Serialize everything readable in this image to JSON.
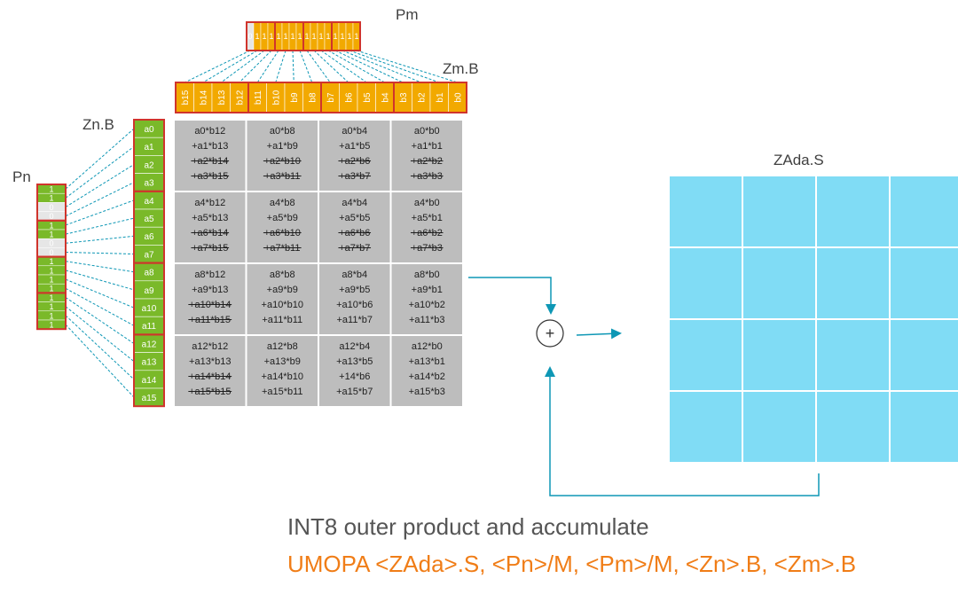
{
  "labels": {
    "pm": "Pm",
    "zm": "Zm.B",
    "zn": "Zn.B",
    "pn": "Pn",
    "zada": "ZAda.S",
    "plus": "+"
  },
  "caption": {
    "title": "INT8 outer product and accumulate",
    "instruction": "UMOPA <ZAda>.S, <Pn>/M, <Pm>/M, <Zn>.B, <Zm>.B"
  },
  "colors": {
    "orange": "#f2a900",
    "green": "#7ab929",
    "red_border": "#d0342c",
    "gray_cell": "#bdbdbd",
    "blue_cell": "#80dcf5",
    "teal_line": "#0e97b5",
    "instruction": "#f07d17"
  },
  "zm_regs": [
    "b15",
    "b14",
    "b13",
    "b12",
    "b11",
    "b10",
    "b9",
    "b8",
    "b7",
    "b6",
    "b5",
    "b4",
    "b3",
    "b2",
    "b1",
    "b0"
  ],
  "zn_regs": [
    "a0",
    "a1",
    "a2",
    "a3",
    "a4",
    "a5",
    "a6",
    "a7",
    "a8",
    "a9",
    "a10",
    "a11",
    "a12",
    "a13",
    "a14",
    "a15"
  ],
  "pm_bits": [
    "0",
    "1",
    "1",
    "1",
    "1",
    "1",
    "1",
    "1",
    "1",
    "1",
    "1",
    "1",
    "1",
    "1",
    "1",
    "1"
  ],
  "pn_bits": [
    "1",
    "1",
    "0",
    "0",
    "1",
    "1",
    "0",
    "0",
    "1",
    "1",
    "1",
    "1",
    "1",
    "1",
    "1",
    "1"
  ],
  "grid": [
    [
      [
        {
          "t": "a0*b12",
          "s": false
        },
        {
          "t": "+a1*b13",
          "s": false
        },
        {
          "t": "+a2*b14",
          "s": true
        },
        {
          "t": "+a3*b15",
          "s": true
        }
      ],
      [
        {
          "t": "a0*b8",
          "s": false
        },
        {
          "t": "+a1*b9",
          "s": false
        },
        {
          "t": "+a2*b10",
          "s": true
        },
        {
          "t": "+a3*b11",
          "s": true
        }
      ],
      [
        {
          "t": "a0*b4",
          "s": false
        },
        {
          "t": "+a1*b5",
          "s": false
        },
        {
          "t": "+a2*b6",
          "s": true
        },
        {
          "t": "+a3*b7",
          "s": true
        }
      ],
      [
        {
          "t": "a0*b0",
          "s": false
        },
        {
          "t": "+a1*b1",
          "s": false
        },
        {
          "t": "+a2*b2",
          "s": true
        },
        {
          "t": "+a3*b3",
          "s": true
        }
      ]
    ],
    [
      [
        {
          "t": "a4*b12",
          "s": false
        },
        {
          "t": "+a5*b13",
          "s": false
        },
        {
          "t": "+a6*b14",
          "s": true
        },
        {
          "t": "+a7*b15",
          "s": true
        }
      ],
      [
        {
          "t": "a4*b8",
          "s": false
        },
        {
          "t": "+a5*b9",
          "s": false
        },
        {
          "t": "+a6*b10",
          "s": true
        },
        {
          "t": "+a7*b11",
          "s": true
        }
      ],
      [
        {
          "t": "a4*b4",
          "s": false
        },
        {
          "t": "+a5*b5",
          "s": false
        },
        {
          "t": "+a6*b6",
          "s": true
        },
        {
          "t": "+a7*b7",
          "s": true
        }
      ],
      [
        {
          "t": "a4*b0",
          "s": false
        },
        {
          "t": "+a5*b1",
          "s": false
        },
        {
          "t": "+a6*b2",
          "s": true
        },
        {
          "t": "+a7*b3",
          "s": true
        }
      ]
    ],
    [
      [
        {
          "t": "a8*b12",
          "s": false
        },
        {
          "t": "+a9*b13",
          "s": false
        },
        {
          "t": "+a10*b14",
          "s": true
        },
        {
          "t": "+a11*b15",
          "s": true
        }
      ],
      [
        {
          "t": "a8*b8",
          "s": false
        },
        {
          "t": "+a9*b9",
          "s": false
        },
        {
          "t": "+a10*b10",
          "s": false
        },
        {
          "t": "+a11*b11",
          "s": false
        }
      ],
      [
        {
          "t": "a8*b4",
          "s": false
        },
        {
          "t": "+a9*b5",
          "s": false
        },
        {
          "t": "+a10*b6",
          "s": false
        },
        {
          "t": "+a11*b7",
          "s": false
        }
      ],
      [
        {
          "t": "a8*b0",
          "s": false
        },
        {
          "t": "+a9*b1",
          "s": false
        },
        {
          "t": "+a10*b2",
          "s": false
        },
        {
          "t": "+a11*b3",
          "s": false
        }
      ]
    ],
    [
      [
        {
          "t": "a12*b12",
          "s": false
        },
        {
          "t": "+a13*b13",
          "s": false
        },
        {
          "t": "+a14*b14",
          "s": true
        },
        {
          "t": "+a15*b15",
          "s": true
        }
      ],
      [
        {
          "t": "a12*b8",
          "s": false
        },
        {
          "t": "+a13*b9",
          "s": false
        },
        {
          "t": "+a14*b10",
          "s": false
        },
        {
          "t": "+a15*b11",
          "s": false
        }
      ],
      [
        {
          "t": "a12*b4",
          "s": false
        },
        {
          "t": "+a13*b5",
          "s": false
        },
        {
          "t": "+14*b6",
          "s": false
        },
        {
          "t": "+a15*b7",
          "s": false
        }
      ],
      [
        {
          "t": "a12*b0",
          "s": false
        },
        {
          "t": "+a13*b1",
          "s": false
        },
        {
          "t": "+a14*b2",
          "s": false
        },
        {
          "t": "+a15*b3",
          "s": false
        }
      ]
    ]
  ]
}
